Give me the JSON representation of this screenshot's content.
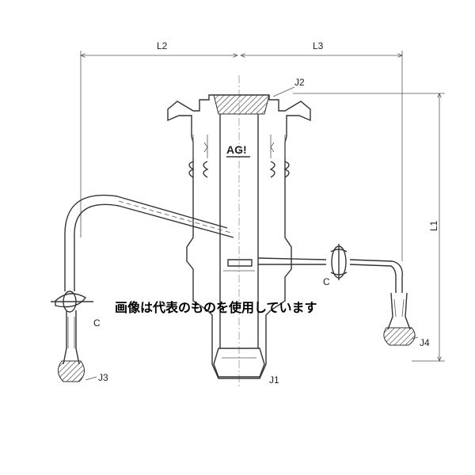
{
  "dimensions": {
    "l1": "L1",
    "l2": "L2",
    "l3": "L3"
  },
  "joints": {
    "j1": "J1",
    "j2": "J2",
    "j3": "J3",
    "j4": "J4"
  },
  "stopcocks": {
    "left": "C",
    "right": "C"
  },
  "brand": {
    "logo_text": "AG!"
  },
  "notice": "画像は代表のものを使用しています"
}
